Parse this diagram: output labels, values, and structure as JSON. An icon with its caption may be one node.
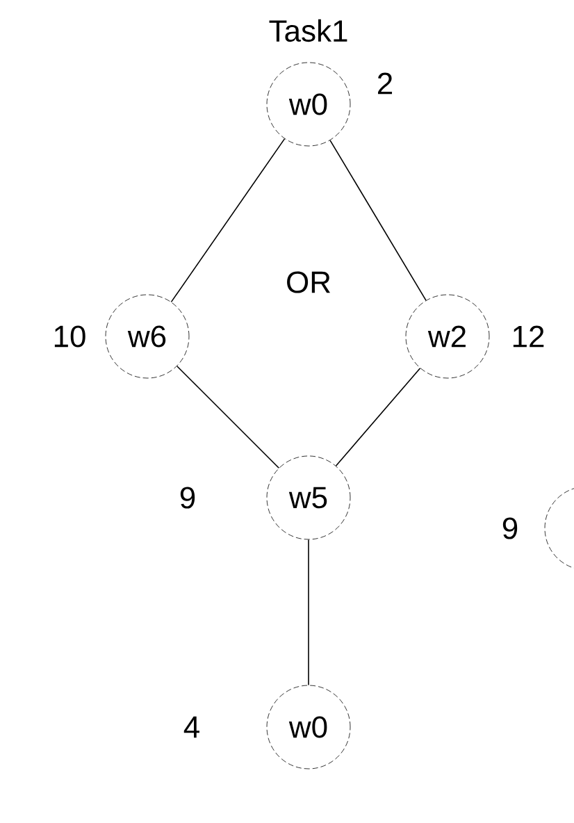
{
  "diagram": {
    "title": "Task1",
    "nodes": [
      {
        "text": [
          "w0"
        ],
        "beside": [
          "2"
        ]
      },
      {
        "text": [
          "w6"
        ],
        "beside": [
          "10"
        ]
      },
      {
        "text": [
          "w2"
        ],
        "beside": [
          "12"
        ]
      },
      {
        "text": [
          "w5"
        ],
        "beside": [
          "9"
        ]
      },
      {
        "text": [
          "w0"
        ],
        "beside": [
          "4"
        ]
      },
      {
        "text": [],
        "shape": "circle",
        "beside": [
          "9"
        ]
      }
    ],
    "edges": [
      {
        "from": 0,
        "to": 1,
        "arrow": "none"
      },
      {
        "from": 0,
        "to": 2,
        "arrow": "none"
      },
      {
        "from": 1,
        "to": 3,
        "arrow": "none"
      },
      {
        "from": 2,
        "to": 3,
        "arrow": "none"
      },
      {
        "from": 3,
        "to": 4,
        "arrow": "none"
      }
    ],
    "labels": [
      "OR"
    ]
  }
}
